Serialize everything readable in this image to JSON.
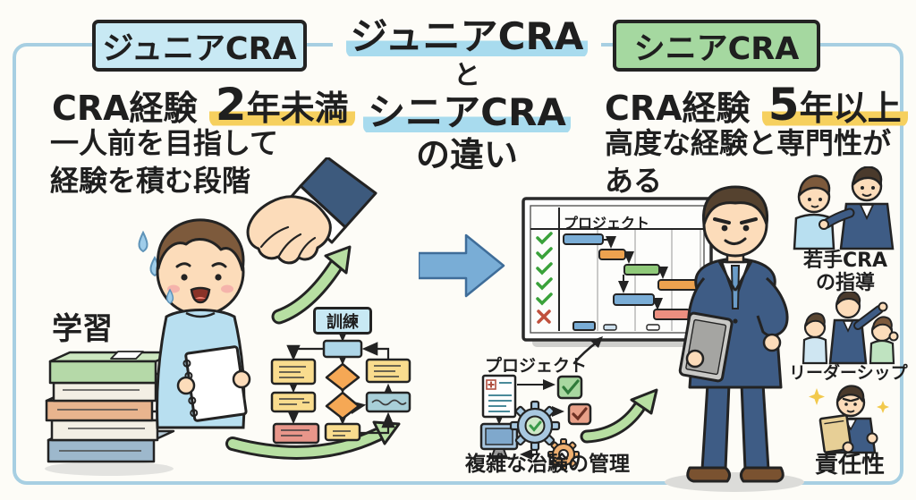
{
  "colors": {
    "background": "#fdfcf7",
    "frame_blue": "#a7cfe2",
    "junior_badge_bg": "#c8e9f4",
    "senior_badge_bg": "#a5d8a0",
    "title_highlight_blue": "#a8dbee",
    "keyword_highlight_yellow": "#f6d05e",
    "text": "#1f1f1f",
    "arrow_green": "#b7dfa2",
    "arrow_blue": "#79add6",
    "suit_navy": "#3e5c85",
    "shirt_lightblue": "#b8dff0",
    "check_green": "#3aa23a",
    "cross_red": "#c0503c"
  },
  "header": {
    "junior_badge": "ジュニアCRA",
    "senior_badge": "シニアCRA",
    "title_line1": "ジュニアCRA",
    "title_line2": "と",
    "title_line3": "シニアCRA",
    "title_line4": "の違い"
  },
  "junior": {
    "exp_label": "CRA経験 ",
    "exp_num": "2",
    "exp_unit": "年未満",
    "desc1": "一人前を目指して",
    "desc2": "経験を積む段階",
    "learning_label": "学習",
    "training_label": "訓練"
  },
  "senior": {
    "exp_label": "CRA経験 ",
    "exp_num": "5",
    "exp_unit": "年以上",
    "desc1": "高度な経験と専門性が",
    "desc2": "ある",
    "board_title": "プロジェクト",
    "project_label": "プロジェクト",
    "management_caption": "複雑な治験の管理",
    "mentoring_caption_line1": "若手CRA",
    "mentoring_caption_line2": "の指導",
    "leadership_caption": "リーダーシップ",
    "responsibility_caption": "責任性"
  }
}
